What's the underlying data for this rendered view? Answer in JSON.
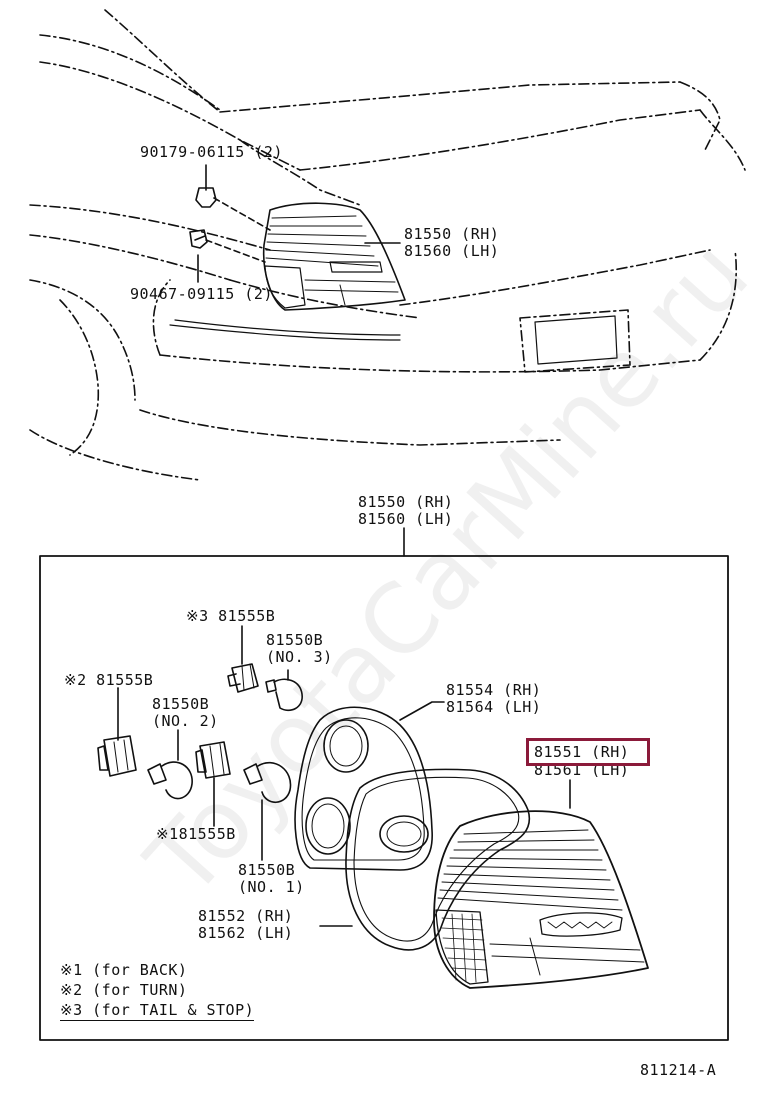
{
  "top_view": {
    "bolt_upper": "90179-06115 (2)",
    "bolt_lower": "90467-09115 (2)",
    "lamp_rh": "81550 (RH)",
    "lamp_lh": "81560 (LH)"
  },
  "assembly": {
    "title_rh": "81550 (RH)",
    "title_lh": "81560 (LH)"
  },
  "parts": {
    "socket_3_prefix": "※3",
    "socket_3": "81555B",
    "bulb_no3_part": "81550B",
    "bulb_no3_num": "(NO. 3)",
    "socket_2_prefix": "※2",
    "socket_2": "81555B",
    "bulb_no2_part": "81550B",
    "bulb_no2_num": "(NO. 2)",
    "socket_1_prefix": "※1",
    "socket_1": "81555B",
    "bulb_no1_part": "81550B",
    "bulb_no1_num": "(NO. 1)",
    "housing_rh": "81554 (RH)",
    "housing_lh": "81564 (LH)",
    "lens_rh": "81551 (RH)",
    "lens_lh": "81561 (LH)",
    "gasket_rh": "81552 (RH)",
    "gasket_lh": "81562 (LH)"
  },
  "legend": {
    "item_1": "※1 (for BACK)",
    "item_2": "※2 (for TURN)",
    "item_3": "※3 (for TAIL & STOP)"
  },
  "figure_id": "811214-A",
  "watermark": "ToyotaCarMine.ru",
  "colors": {
    "highlight": "#8b1a3a",
    "ink": "#111111"
  }
}
